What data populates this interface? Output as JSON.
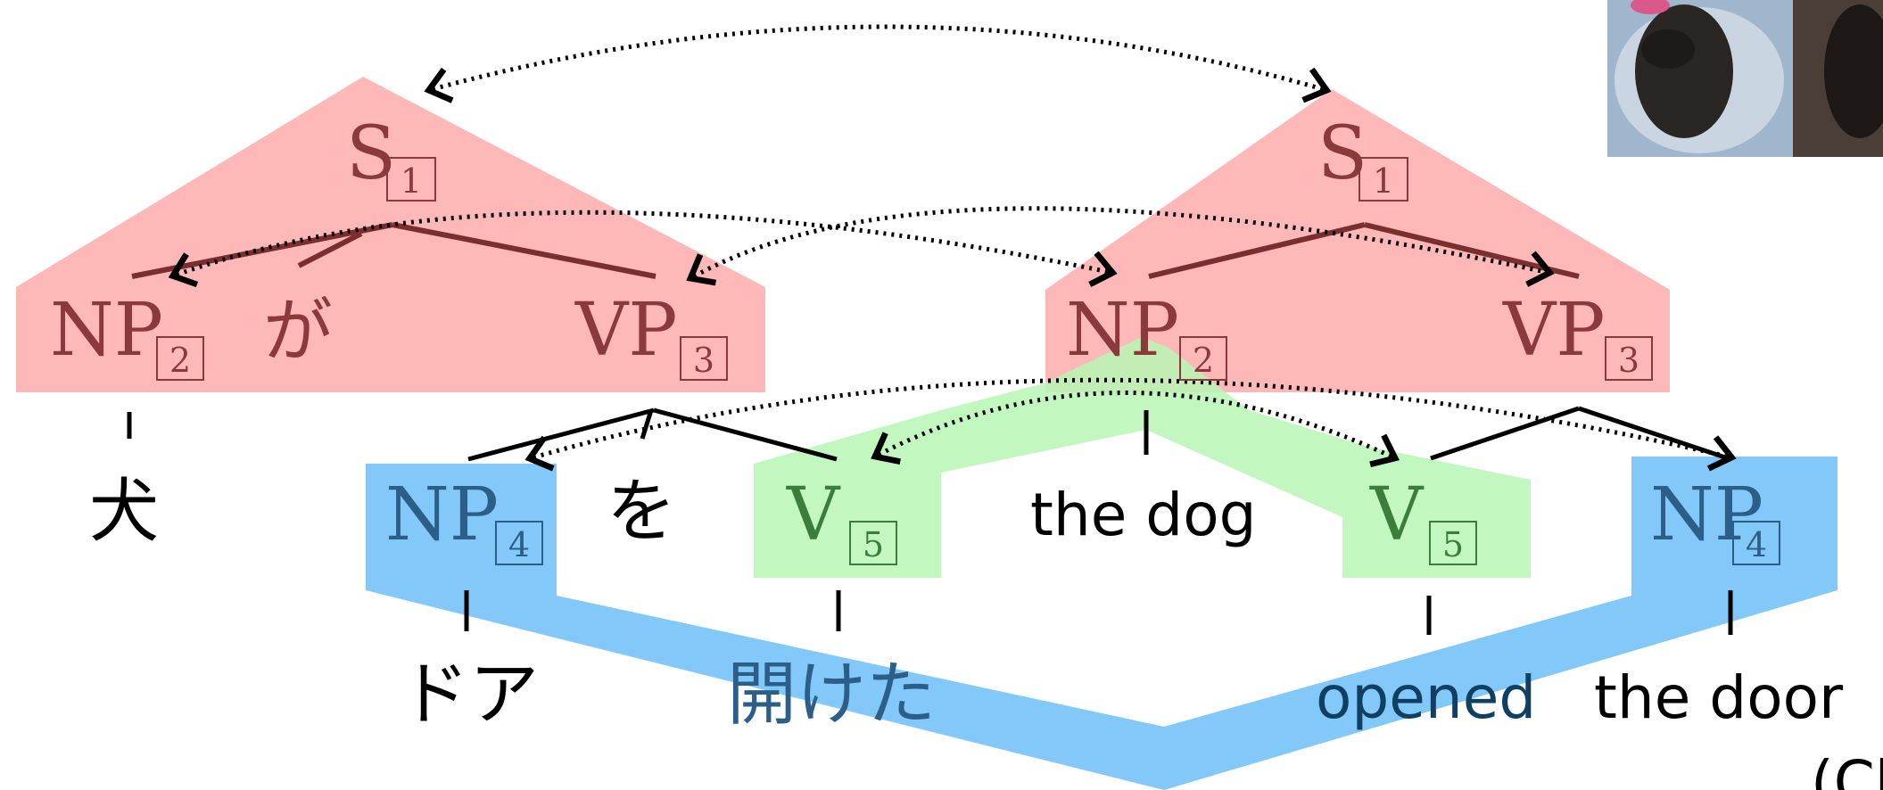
{
  "colors": {
    "red_region": "#ffb8b8",
    "green_region": "#b7f6b4",
    "blue_region": "#82c8f8",
    "red_text": "#8a3a3a",
    "green_text": "#3b7d3b",
    "blue_text": "#2b5f8a",
    "dark_blue_text": "#0f3f63",
    "black": "#000000"
  },
  "left_tree": {
    "root_label": "S",
    "root_index": "1",
    "np_label": "NP",
    "np_index": "2",
    "particle_ga": "が",
    "vp_label": "VP",
    "vp_index": "3",
    "np_word": "犬",
    "obj_label": "NP",
    "obj_index": "4",
    "particle_wo": "を",
    "verb_label": "V",
    "verb_index": "5",
    "obj_word": "ドア",
    "verb_word": "開けた"
  },
  "right_tree": {
    "root_label": "S",
    "root_index": "1",
    "np_label": "NP",
    "np_index": "2",
    "vp_label": "VP",
    "vp_index": "3",
    "np_word": "the dog",
    "verb_label": "V",
    "verb_index": "5",
    "obj_label": "NP",
    "obj_index": "4",
    "verb_word": "opened",
    "obj_word": "the door"
  },
  "citation_fragment": "(Ch",
  "photo": {
    "icon": "dog-photo-thumbnail"
  }
}
